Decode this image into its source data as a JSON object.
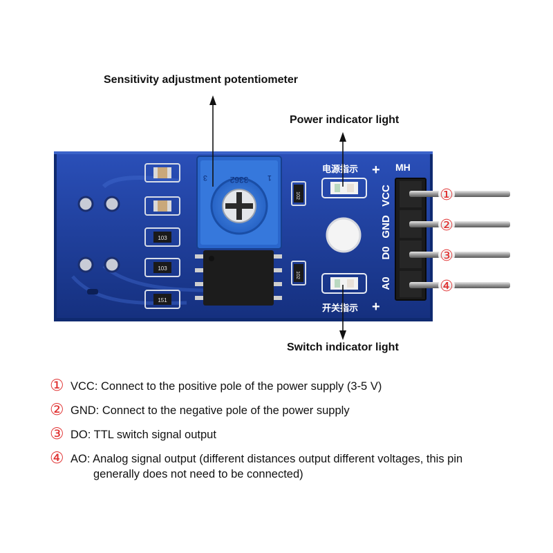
{
  "callouts": {
    "potentiometer": "Sensitivity adjustment potentiometer",
    "power_light": "Power indicator light",
    "switch_light": "Switch indicator light"
  },
  "board": {
    "pin_header_label": "MH",
    "pin_labels": [
      "VCC",
      "GND",
      "D0",
      "A0"
    ],
    "silk_power": "电源指示",
    "silk_switch": "开关指示",
    "plus_sign": "+",
    "pot_marking": "3362",
    "pot_digits": [
      "3",
      "1"
    ],
    "resistor_codes": [
      "103",
      "103",
      "151",
      "102",
      "102"
    ],
    "pin_markers": [
      "①",
      "②",
      "③",
      "④"
    ]
  },
  "pins": [
    {
      "num": "①",
      "text": "VCC: Connect to the positive pole of the power supply (3-5 V)"
    },
    {
      "num": "②",
      "text": "GND: Connect to the negative pole of the power supply"
    },
    {
      "num": "③",
      "text": "DO: TTL switch signal output"
    },
    {
      "num": "④",
      "text": "AO: Analog signal output (different distances output different voltages, this pin",
      "cont": "generally does not need to be connected)"
    }
  ],
  "colors": {
    "pcb": "#1f3f9e",
    "pcb_dark": "#122a6e",
    "pot_body": "#2f6fd0",
    "marker_red": "#e03030",
    "pin_silver": "#b8b8b8"
  }
}
